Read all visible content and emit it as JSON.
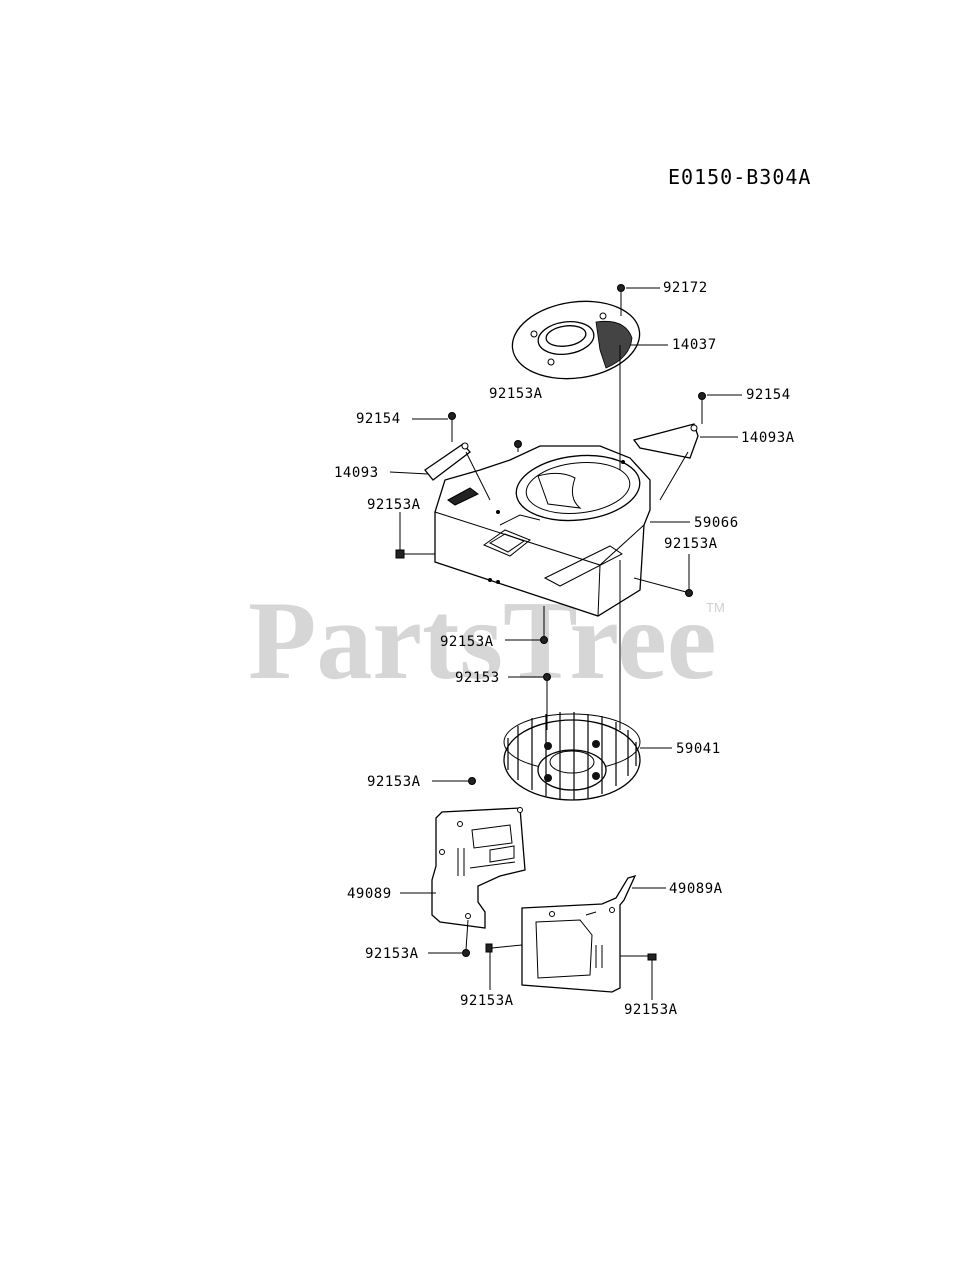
{
  "diagram": {
    "code": "E0150-B304A",
    "watermark": "PartsTree",
    "trademark": "TM",
    "callouts": [
      {
        "id": "c-92172",
        "label": "92172"
      },
      {
        "id": "c-14037",
        "label": "14037"
      },
      {
        "id": "c-92153a-top",
        "label": "92153A"
      },
      {
        "id": "c-92154-right",
        "label": "92154"
      },
      {
        "id": "c-92154-left",
        "label": "92154"
      },
      {
        "id": "c-14093a",
        "label": "14093A"
      },
      {
        "id": "c-14093",
        "label": "14093"
      },
      {
        "id": "c-92153a-left",
        "label": "92153A"
      },
      {
        "id": "c-59066",
        "label": "59066"
      },
      {
        "id": "c-92153a-right",
        "label": "92153A"
      },
      {
        "id": "c-92153a-bottom",
        "label": "92153A"
      },
      {
        "id": "c-92153",
        "label": "92153"
      },
      {
        "id": "c-59041",
        "label": "59041"
      },
      {
        "id": "c-92153a-flywheel",
        "label": "92153A"
      },
      {
        "id": "c-49089",
        "label": "49089"
      },
      {
        "id": "c-49089a",
        "label": "49089A"
      },
      {
        "id": "c-92153a-plate-left",
        "label": "92153A"
      },
      {
        "id": "c-92153a-plate-mid",
        "label": "92153A"
      },
      {
        "id": "c-92153a-plate-right",
        "label": "92153A"
      }
    ]
  }
}
